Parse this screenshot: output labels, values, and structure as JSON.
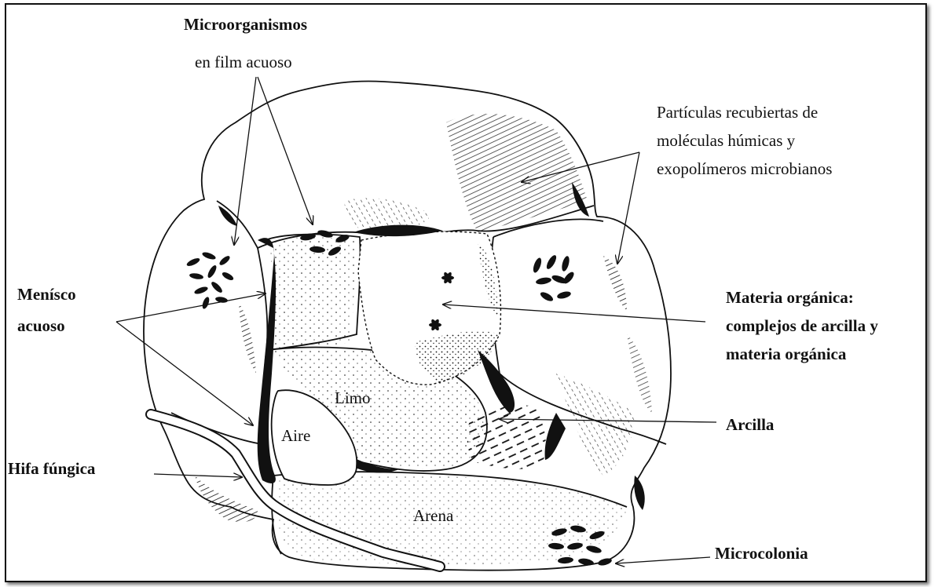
{
  "labels": {
    "microorganismos": "Microorganismos",
    "en_film_acuoso": "en film acuoso",
    "particulas_l1": "Partículas recubiertas de",
    "particulas_l2": "moléculas húmicas y",
    "particulas_l3": "exopolímeros microbianos",
    "menisco_l1": "Menísco",
    "menisco_l2": "acuoso",
    "materia_l1": "Materia orgánica:",
    "materia_l2": "complejos de arcilla y",
    "materia_l3": "materia orgánica",
    "arcilla": "Arcilla",
    "hifa": "Hifa fúngica",
    "microcolonia": "Microcolonia",
    "limo": "Limo",
    "aire": "Aire",
    "arena": "Arena"
  },
  "colors": {
    "ink": "#111111",
    "paper": "#ffffff",
    "frame": "#111111"
  }
}
